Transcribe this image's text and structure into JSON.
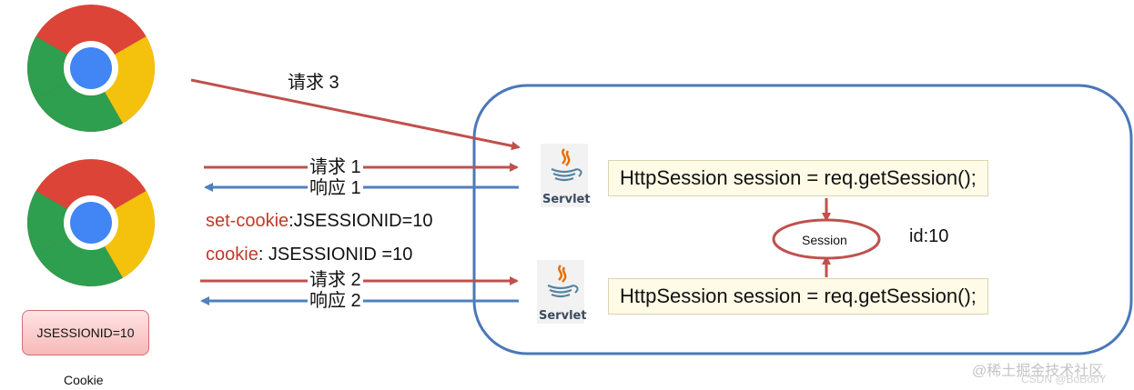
{
  "arrows": {
    "request3": "请求 3",
    "request1": "请求 1",
    "response1": "响应 1",
    "request2": "请求 2",
    "response2": "响应 2"
  },
  "headers": {
    "set_cookie_key": "set-cookie",
    "set_cookie_value": ":JSESSIONID=10",
    "cookie_key": "cookie",
    "cookie_value": ": JSESSIONID =10"
  },
  "server": {
    "code_line_1": "HttpSession session = req.getSession();",
    "code_line_2": "HttpSession session = req.getSession();",
    "session_label": "Session",
    "session_id": "id:10",
    "servlet_label_1": "Servlet",
    "servlet_label_2": "Servlet"
  },
  "client": {
    "cookie_box": "JSESSIONID=10",
    "cookie_caption": "Cookie"
  },
  "watermark": {
    "line1": "@稀土掘金技术社区",
    "line2": "CSDN @BoBooY"
  },
  "icons": [
    "chrome-browser-icon",
    "chrome-browser-icon",
    "java-servlet-icon",
    "java-servlet-icon"
  ],
  "colors": {
    "request": "#c0504d",
    "response": "#4f81bd",
    "server_border": "#4a78b8"
  }
}
